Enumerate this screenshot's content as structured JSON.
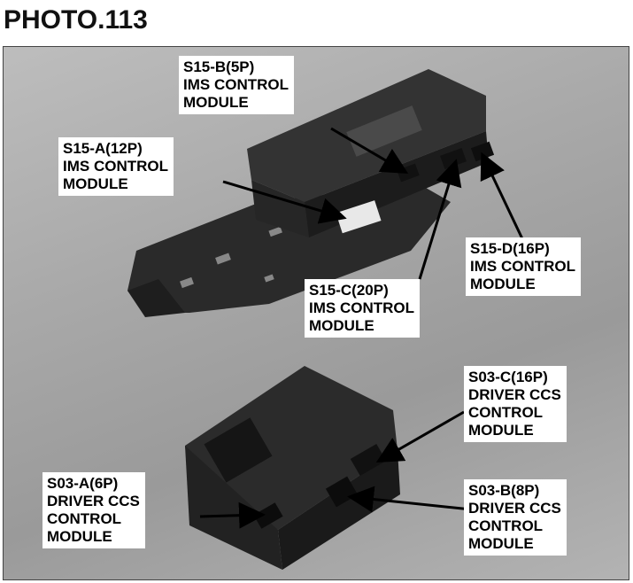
{
  "title": "PHOTO.113",
  "labels": {
    "s15b": [
      "S15-B(5P)",
      "IMS CONTROL",
      "MODULE"
    ],
    "s15a": [
      "S15-A(12P)",
      "IMS CONTROL",
      "MODULE"
    ],
    "s15d": [
      "S15-D(16P)",
      "IMS CONTROL",
      "MODULE"
    ],
    "s15c": [
      "S15-C(20P)",
      "IMS CONTROL",
      "MODULE"
    ],
    "s03c": [
      "S03-C(16P)",
      "DRIVER CCS",
      "CONTROL",
      "MODULE"
    ],
    "s03a": [
      "S03-A(6P)",
      "DRIVER CCS",
      "CONTROL",
      "MODULE"
    ],
    "s03b": [
      "S03-B(8P)",
      "DRIVER CCS",
      "CONTROL",
      "MODULE"
    ]
  }
}
